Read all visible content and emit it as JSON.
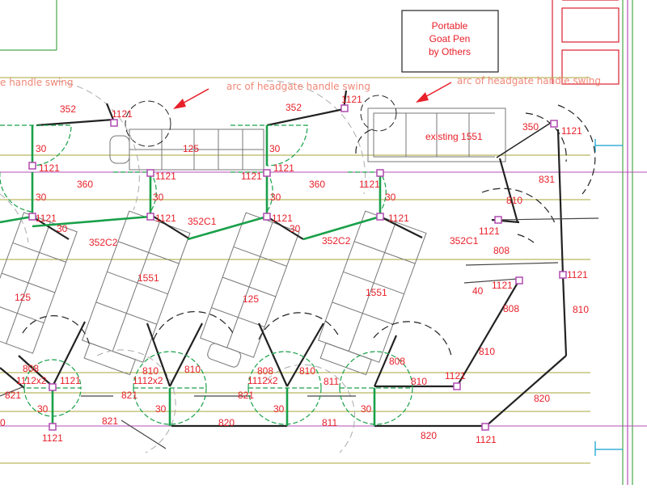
{
  "colors": {
    "background": "#ffffff",
    "label_red": "#e8202a",
    "annotation_salmon": "#f08878",
    "gate_green": "#1aa04a",
    "guide_olive": "#a8a63a",
    "guide_magenta": "#b64fb6",
    "border_green": "#4aa84a",
    "border_red": "#d82030",
    "cyan_marker": "#38b0d8",
    "equipment_gray": "#777777",
    "fence_black": "#222222",
    "hinge_purple": "#b04ab0"
  },
  "box": {
    "line1": "Portable",
    "line2": "Goat Pen",
    "line3": "by Others"
  },
  "annotations": {
    "arc_note_1": "arc of headgate handle swing",
    "arc_note_2": "arc of headgate handle swing",
    "arc_note_partial": "e handle swing"
  },
  "labels": {
    "p352_a": "352",
    "p352_b": "352",
    "p1121_top1": "1121",
    "p1121_top2": "1121",
    "p350": "350",
    "p1121_right_top": "1121",
    "p30_a": "30",
    "p30_b": "30",
    "p125_top": "125",
    "existing": "existing 1551",
    "p1121_r2a": "1121",
    "p1121_r2b": "1121",
    "p1121_r2c": "1121",
    "p1121_r2d": "1121",
    "p1121_r2e": "1121",
    "p831": "831",
    "p360_a": "360",
    "p360_b": "360",
    "p30_c": "30",
    "p30_d": "30",
    "p30_e": "30",
    "p30_f": "30",
    "p810_top": "810",
    "p1121_r3a": "1121",
    "p1121_r3b": "1121",
    "p1121_r3c": "1121",
    "p1121_r3d": "1121",
    "p352C1_a": "352C1",
    "p352C1_b": "352C1",
    "p1121_r3e": "1121",
    "p30_g": "30",
    "p30_h": "30",
    "p352C2_a": "352C2",
    "p352C2_b": "352C2",
    "p808_a": "808",
    "p1551_a": "1551",
    "p1551_b": "1551",
    "p1121_r4": "1121",
    "p40": "40",
    "p1121_right_mid": "1121",
    "p125_a": "125",
    "p125_b": "125",
    "p808_b": "808",
    "p810_right": "810",
    "p810_mid": "810",
    "p808_c": "808",
    "p808_d": "808",
    "p810_a": "810",
    "p808_e": "808",
    "p810_b": "810",
    "p1112x2_a": "1112x2",
    "p1121_b1": "1121",
    "p1112x2_b": "1112x2",
    "p1112x2_c": "1112x2",
    "p811_a": "811",
    "p810_c": "810",
    "p1121_b2": "1121",
    "p821_a": "821",
    "p821_b": "821",
    "p821_c": "821",
    "p820_right": "820",
    "p30_i": "30",
    "p30_j": "30",
    "p30_k": "30",
    "p30_l": "30",
    "p0": "0",
    "p821_d": "821",
    "p820_a": "820",
    "p811_b": "811",
    "p820_b": "820",
    "p1121_b3": "1121",
    "p1121_b4": "1121"
  }
}
